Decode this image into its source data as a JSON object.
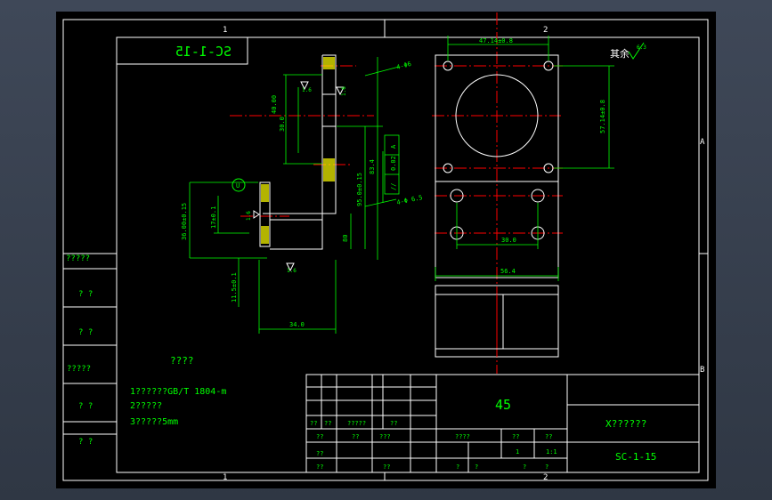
{
  "colors": {
    "frame": "#ffffff",
    "dimension": "#00ff00",
    "centerline": "#ff0000",
    "part": "#ffffff",
    "annotation": "#00ffff",
    "hatch": "#ffff00",
    "text": "#00ff00"
  },
  "zones": {
    "top_left": "1",
    "top_right": "2",
    "bottom_left": "1",
    "bottom_right": "2",
    "right_upper": "A",
    "right_lower": "B"
  },
  "drawing_number_mirrored": "SC-1-15",
  "roughness_note": "其余",
  "roughness_symbol": "6.3",
  "dims": {
    "hole_spacing_top": "47.14±0.8",
    "hole_spacing_right": "57.14±0.8",
    "hole_spacing_mid": "30.0",
    "width_total": "56.4",
    "depth_34": "34.0",
    "height_80": "80",
    "height_95": "95.0±0.15",
    "height_83": "83.4",
    "h_36": "36.00±0.15",
    "h_17": "17±0.1",
    "h_115": "11.5±0.1",
    "d_40": "40.00",
    "d_30": "30.0",
    "hole_4": "4-Φ6",
    "hole_65": "4-Φ 6.5",
    "tol_frame_symbol": "//",
    "tol_frame_value": "0.02",
    "tol_frame_datum": "A",
    "datum_mark": "U",
    "roughness_small": "1.6"
  },
  "notes_title": "????",
  "notes": [
    "1??????GB/T 1804-m",
    "2?????",
    "3?????5mm"
  ],
  "left_strip": [
    "?????",
    "? ?",
    "? ?",
    "?????",
    "? ?",
    "? ?"
  ],
  "title_block": {
    "material": "45",
    "company": "X??????",
    "drawing_no": "SC-1-15",
    "header_row": [
      "??",
      "??",
      "?????",
      "??"
    ],
    "row2": [
      "??",
      "??",
      "???"
    ],
    "row3": [
      "??",
      "??",
      "??"
    ],
    "right_labels": [
      "????",
      "??",
      "??"
    ],
    "right_values": [
      "1",
      "1:1"
    ],
    "bottom_cells": [
      "?",
      "?",
      "?",
      "?"
    ]
  }
}
